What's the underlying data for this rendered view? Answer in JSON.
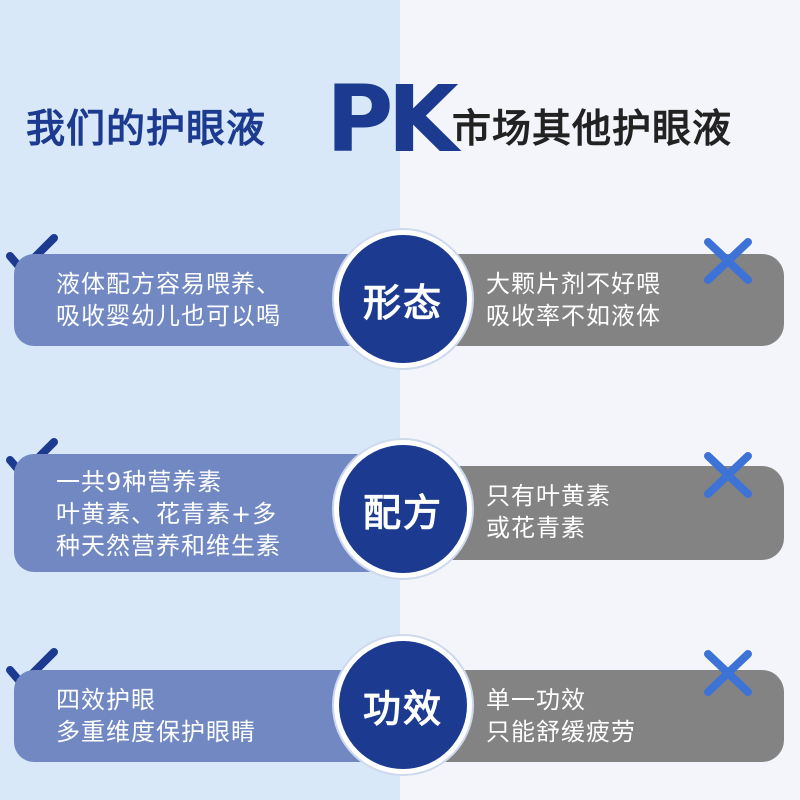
{
  "header": {
    "left_title": "我们的护眼液",
    "pk": "PK",
    "right_title": "市场其他护眼液"
  },
  "rows": [
    {
      "category": "形态",
      "ours": [
        "液体配方容易喂养、",
        "吸收婴幼儿也可以喝"
      ],
      "others": [
        "大颗片剂不好喂",
        "吸收率不如液体"
      ]
    },
    {
      "category": "配方",
      "ours": [
        "一共9种营养素",
        "叶黄素、花青素+多",
        "种天然营养和维生素"
      ],
      "others": [
        "只有叶黄素",
        "或花青素"
      ]
    },
    {
      "category": "功效",
      "ours": [
        "四效护眼",
        "多重维度保护眼睛"
      ],
      "others": [
        "单一功效",
        "只能舒缓疲劳"
      ]
    }
  ],
  "colors": {
    "brand_blue": "#1b3a90",
    "ours_box": "#7188c2",
    "others_box": "#838383",
    "cross_blue": "#3d72d6"
  },
  "icons": {
    "ours_mark": "check-icon",
    "others_mark": "cross-icon"
  }
}
